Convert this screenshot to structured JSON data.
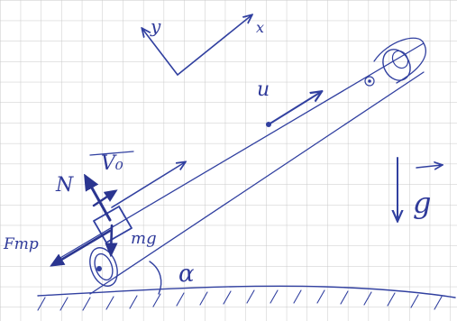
{
  "labels": {
    "axis_y": "y",
    "axis_x": "x",
    "velocity_u": "u",
    "initial_velocity": "V₀",
    "normal_force": "N",
    "friction_force": "Fтр",
    "weight": "mg",
    "angle": "α",
    "gravity": "g"
  },
  "colors": {
    "ink": "#3140a0",
    "grid": "#c9c9c9",
    "paper": "#ffffff"
  },
  "icons": {
    "arrow_on_g": "vector-arrow",
    "arrow_on_V0": "vector-arrow"
  }
}
